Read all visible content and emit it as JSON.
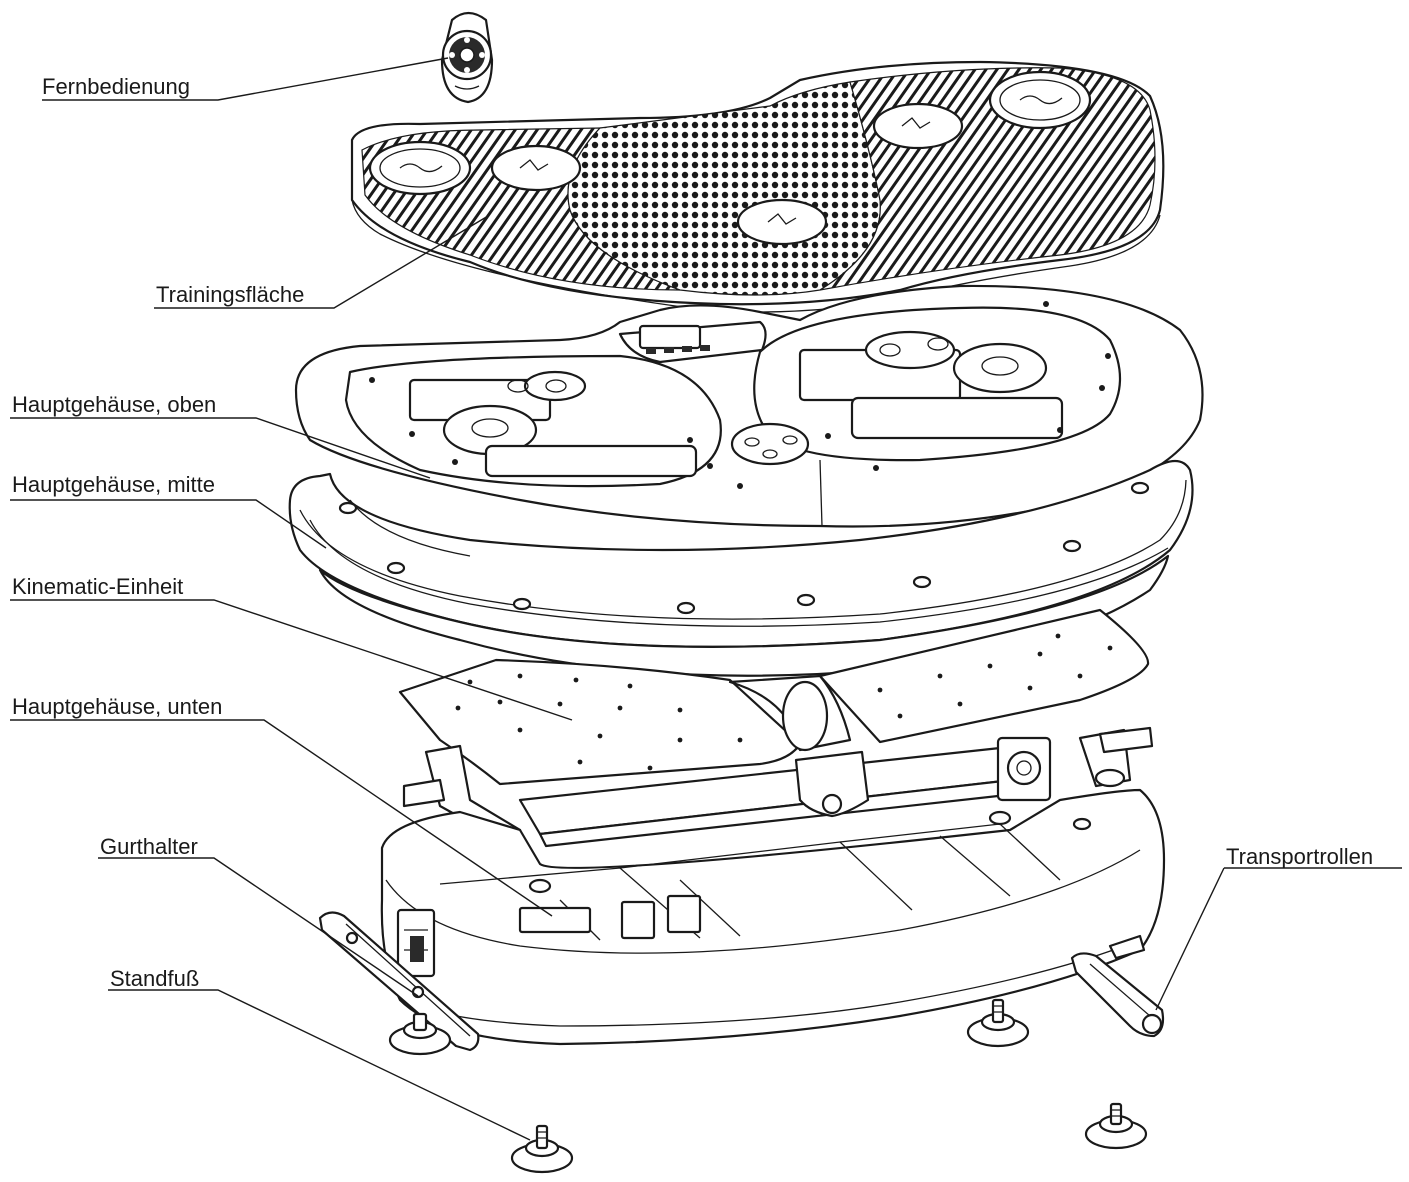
{
  "labels": {
    "remote": "Fernbedienung",
    "training_surface": "Trainingsfläche",
    "housing_top": "Hauptgehäuse, oben",
    "housing_middle": "Hauptgehäuse, mitte",
    "kinematic_unit": "Kinematic-Einheit",
    "housing_bottom": "Hauptgehäuse, unten",
    "belt_holder": "Gurthalter",
    "stand_foot": "Standfuß",
    "transport_rollers": "Transportrollen"
  }
}
